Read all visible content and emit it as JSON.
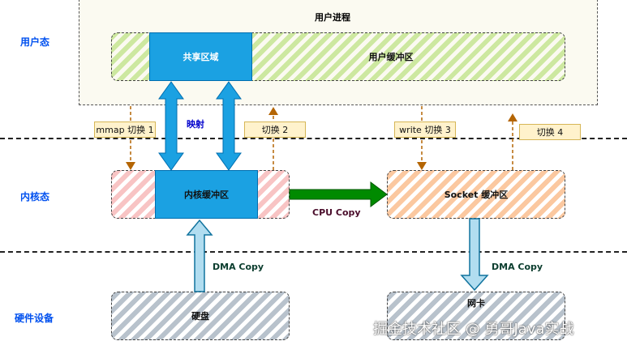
{
  "zones": {
    "user": "用户态",
    "kernel": "内核态",
    "hardware": "硬件设备"
  },
  "user_process": {
    "title": "用户进程",
    "user_buffer": "用户缓冲区",
    "shared_region": "共享区域"
  },
  "mapping_label": "映射",
  "kernel_buffer": "内核缓冲区",
  "socket_buffer": "Socket 缓冲区",
  "disk": "硬盘",
  "nic": "网卡",
  "switches": [
    "mmap 切换 1",
    "切换 2",
    "write 切换 3",
    "切换 4"
  ],
  "cpu_copy": "CPU Copy",
  "dma_copy_left": "DMA Copy",
  "dma_copy_right": "DMA Copy",
  "watermark": "掘金技术社区 @ 勇哥Java实战",
  "colors": {
    "blue": "#1ba1e2",
    "cpu_arrow": "#008a00",
    "dma_arrow": "#b1ddf0",
    "switch_arrow": "#b46504",
    "zone_text": "#0050ef"
  }
}
